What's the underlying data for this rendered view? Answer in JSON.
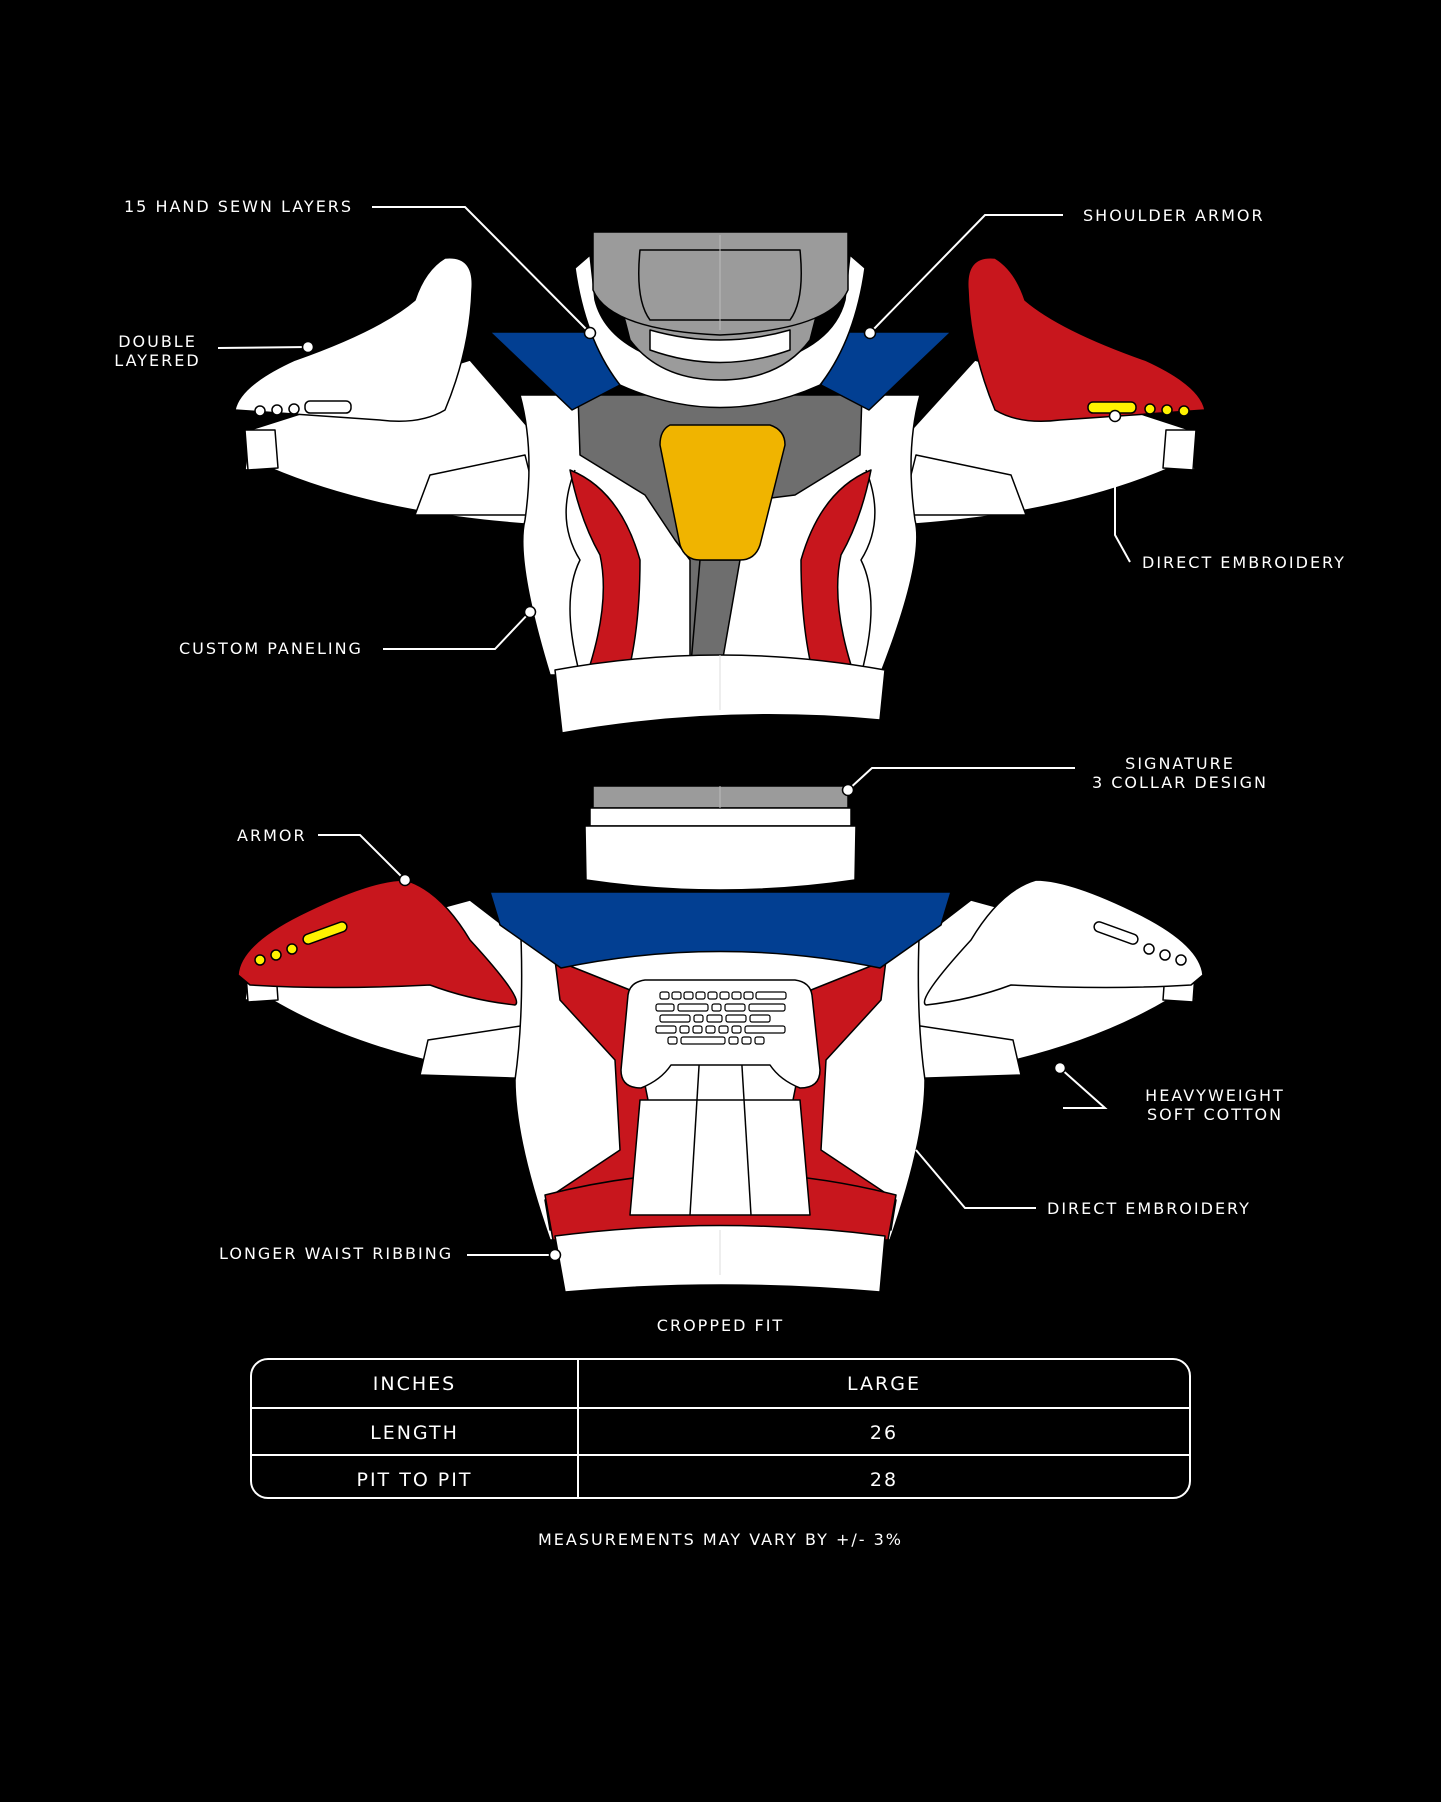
{
  "colors": {
    "background": "#000000",
    "red": "#C8161D",
    "blue": "#023F92",
    "yellow": "#F0B400",
    "led": "#FFF200",
    "gray_dark": "#6E6E6E",
    "gray_light": "#9B9B9B",
    "garment": "#FFFFFF"
  },
  "callouts": {
    "front": {
      "layers": "15 HAND SEWN LAYERS",
      "shoulder_armor": "SHOULDER ARMOR",
      "double_layered_1": "DOUBLE",
      "double_layered_2": "LAYERED",
      "embroidery": "DIRECT EMBROIDERY",
      "paneling": "CUSTOM PANELING"
    },
    "back": {
      "signature_1": "SIGNATURE",
      "signature_2": "3 COLLAR DESIGN",
      "armor": "ARMOR",
      "cotton_1": "HEAVYWEIGHT",
      "cotton_2": "SOFT COTTON",
      "embroidery": "DIRECT EMBROIDERY",
      "ribbing": "LONGER WAIST RIBBING"
    }
  },
  "fit_label": "CROPPED FIT",
  "size_table": {
    "header": {
      "key": "INCHES",
      "value": "LARGE"
    },
    "rows": [
      {
        "key": "LENGTH",
        "value": "26"
      },
      {
        "key": "PIT TO PIT",
        "value": "28"
      }
    ]
  },
  "disclaimer": "MEASUREMENTS MAY VARY BY +/- 3%"
}
